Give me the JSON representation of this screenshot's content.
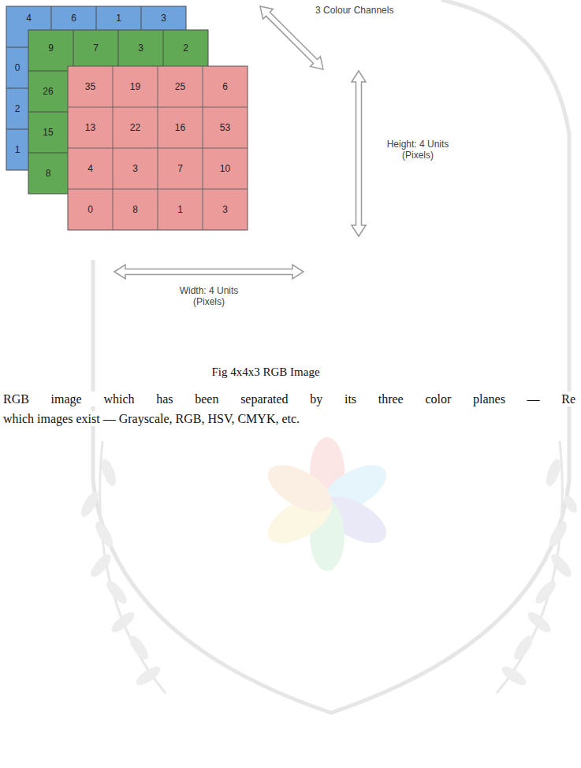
{
  "diagram": {
    "caption": "Fig 4x4x3 RGB Image",
    "labels": [
      "4",
      "6",
      "1",
      "3",
      "0",
      "2",
      "1",
      "9",
      "7",
      "3",
      "2",
      "26",
      "15",
      "8",
      "35",
      "19",
      "25",
      "6",
      "13",
      "22",
      "16",
      "53",
      "4",
      "3",
      "7",
      "10",
      "0",
      "8",
      "1",
      "3",
      "3 Colour Channels",
      "Height: 4 Units (Pixels)",
      "Width: 4 Units (Pixels)",
      "RGB image which has been separated by its three color planes — Re",
      "which images exist — Grayscale, RGB, HSV, CMYK, etc."
    ]
  }
}
